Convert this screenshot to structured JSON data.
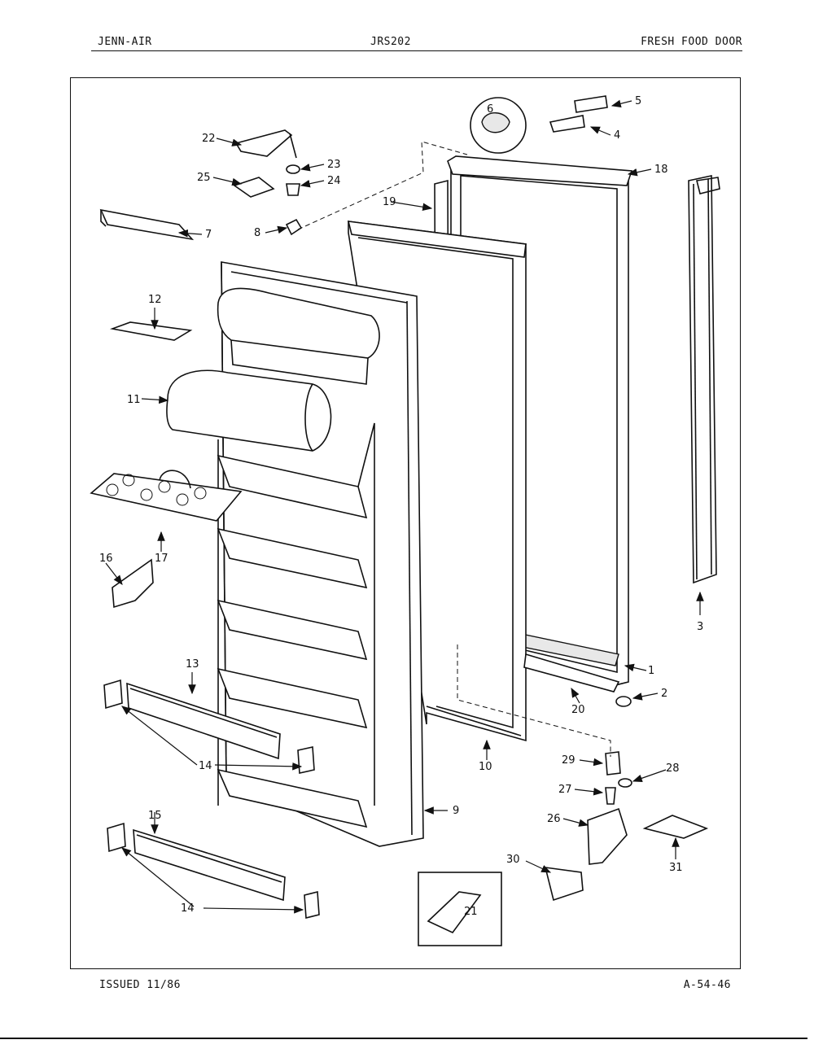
{
  "header": {
    "brand": "JENN-AIR",
    "model": "JRS202",
    "section": "FRESH FOOD DOOR"
  },
  "footer": {
    "issued": "ISSUED 11/86",
    "code": "A-54-46"
  },
  "callouts": {
    "c1": "1",
    "c2": "2",
    "c3": "3",
    "c4": "4",
    "c5": "5",
    "c6": "6",
    "c7": "7",
    "c8": "8",
    "c9": "9",
    "c10": "10",
    "c11": "11",
    "c12": "12",
    "c13": "13",
    "c14a": "14",
    "c14b": "14",
    "c15": "15",
    "c16": "16",
    "c17": "17",
    "c18": "18",
    "c19": "19",
    "c20": "20",
    "c21": "21",
    "c22": "22",
    "c23": "23",
    "c24": "24",
    "c25": "25",
    "c26": "26",
    "c27": "27",
    "c28": "28",
    "c29": "29",
    "c30": "30",
    "c31": "31"
  }
}
